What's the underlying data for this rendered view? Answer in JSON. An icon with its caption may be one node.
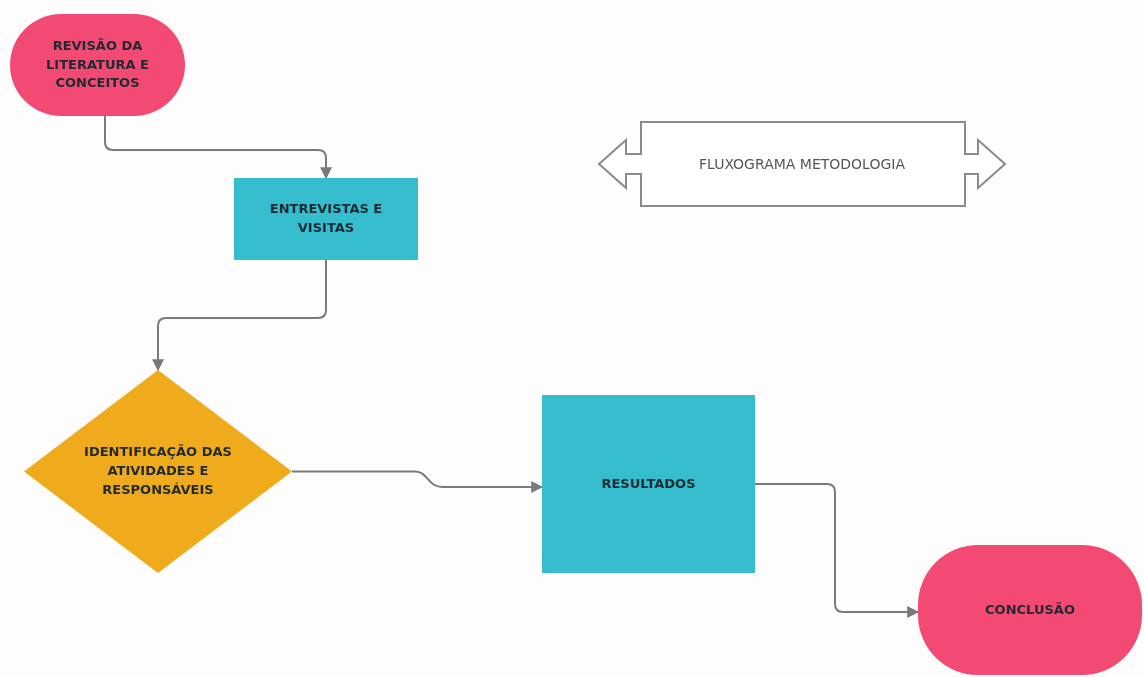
{
  "diagram": {
    "nodes": [
      {
        "text": [
          "REVISÃO DA LITERATURA E CONCEITOS"
        ]
      },
      {
        "text": [
          "ENTREVISTAS E VISITAS"
        ]
      },
      {
        "text": [
          "IDENTIFICAÇÃO DAS ATIVIDADES E RESPONSÁVEIS"
        ]
      },
      {
        "text": [
          "RESULTADOS"
        ]
      },
      {
        "text": [
          "CONCLUSÃO"
        ]
      },
      {
        "text": [
          "FLUXOGRAMA METODOLOGIA"
        ]
      }
    ],
    "edges": [
      {
        "from": 0,
        "to": 1,
        "arrow": "to"
      },
      {
        "from": 1,
        "to": 2,
        "arrow": "to"
      },
      {
        "from": 2,
        "to": 3,
        "arrow": "to"
      },
      {
        "from": 3,
        "to": 4,
        "arrow": "to"
      }
    ]
  }
}
